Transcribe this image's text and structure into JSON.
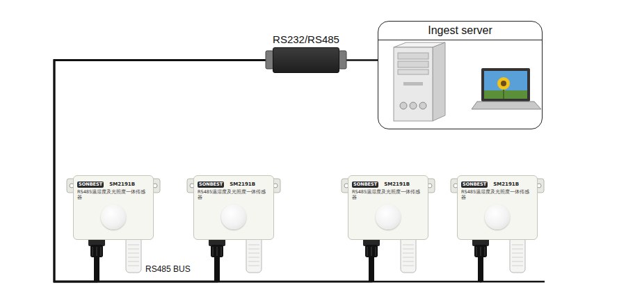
{
  "diagram": {
    "nodes": [
      {
        "text": [
          "RS232/RS485"
        ]
      },
      {
        "text": [
          "Ingest server"
        ]
      },
      {
        "text": [
          "SONBEST",
          "SM2191B",
          "RS485温湿度及光照度一体传感器"
        ]
      },
      {
        "text": [
          "SONBEST",
          "SM2191B",
          "RS485温湿度及光照度一体传感器"
        ]
      },
      {
        "text": [
          "SONBEST",
          "SM2191B",
          "RS485温湿度及光照度一体传感器"
        ]
      },
      {
        "text": [
          "SONBEST",
          "SM2191B",
          "RS485温湿度及光照度一体传感器"
        ]
      }
    ],
    "edges": [
      {
        "from": 0,
        "to": 1,
        "arrow": "none"
      },
      {
        "from": 0,
        "to": 2,
        "arrow": "none"
      },
      {
        "from": 0,
        "to": 3,
        "arrow": "none"
      },
      {
        "from": 0,
        "to": 4,
        "arrow": "none"
      },
      {
        "from": 0,
        "to": 5,
        "arrow": "none"
      }
    ],
    "labels": [
      "RS485 BUS"
    ]
  }
}
